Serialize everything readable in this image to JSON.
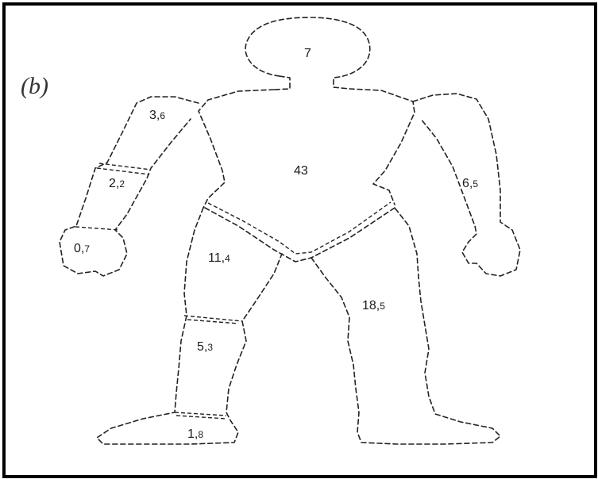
{
  "figure": {
    "panel_label": "(b)",
    "segments": {
      "head": {
        "main": "7",
        "sub": ""
      },
      "trunk": {
        "main": "43",
        "sub": ""
      },
      "upper_arm": {
        "main": "3,",
        "sub": "6"
      },
      "forearm": {
        "main": "2,",
        "sub": "2"
      },
      "hand": {
        "main": "0,",
        "sub": "7"
      },
      "whole_arm": {
        "main": "6,",
        "sub": "5"
      },
      "thigh": {
        "main": "11,",
        "sub": "4"
      },
      "lower_leg": {
        "main": "5,",
        "sub": "3"
      },
      "foot": {
        "main": "1,",
        "sub": "8"
      },
      "whole_leg": {
        "main": "18,",
        "sub": "5"
      }
    }
  },
  "colors": {
    "border": "#000000",
    "outline": "#222222",
    "background": "#ffffff"
  }
}
